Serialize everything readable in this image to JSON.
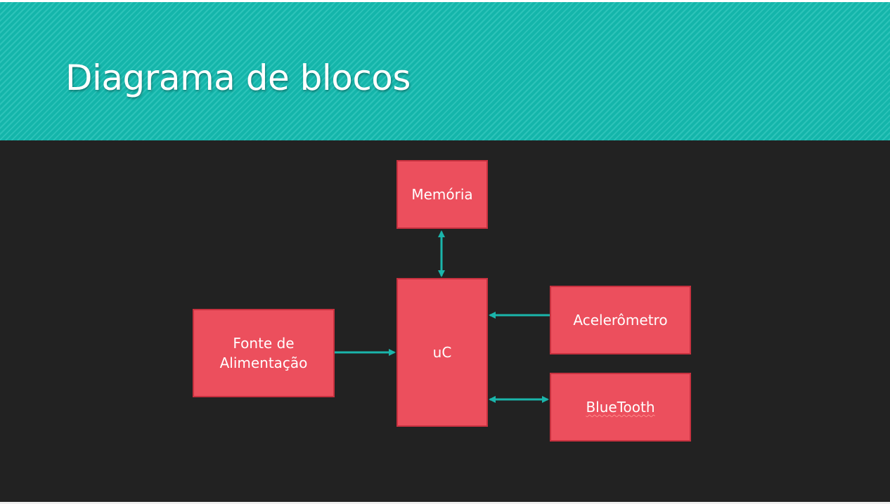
{
  "slide": {
    "title": "Diagrama de blocos"
  },
  "colors": {
    "header": "#15bcb1",
    "background": "#222222",
    "block": "#ec4f5d",
    "block_border": "#c7313f",
    "arrow": "#1ab5ab",
    "text": "#ffffff"
  },
  "blocks": {
    "memoria": {
      "label": "Memória"
    },
    "uc": {
      "label": "uC"
    },
    "fonte": {
      "label": "Fonte de\nAlimentação"
    },
    "acelerometro": {
      "label": "Acelerômetro"
    },
    "bluetooth": {
      "label": "BlueTooth"
    }
  },
  "connections": [
    {
      "from": "uc",
      "to": "memoria",
      "direction": "bidirectional"
    },
    {
      "from": "fonte",
      "to": "uc",
      "direction": "forward"
    },
    {
      "from": "acelerometro",
      "to": "uc",
      "direction": "forward"
    },
    {
      "from": "uc",
      "to": "bluetooth",
      "direction": "bidirectional"
    }
  ]
}
